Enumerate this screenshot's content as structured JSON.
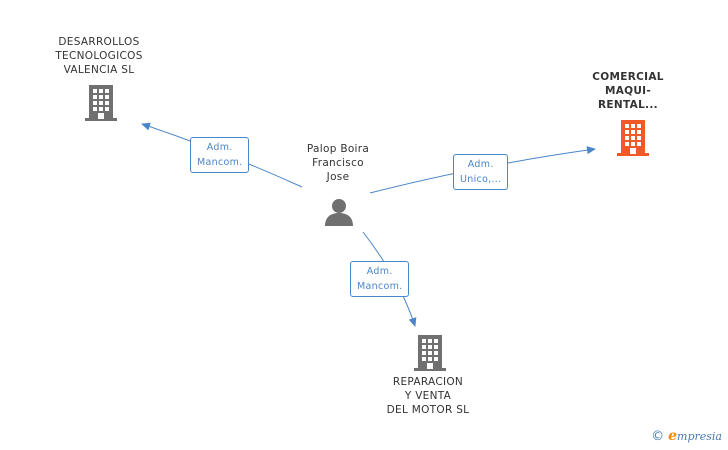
{
  "person": {
    "name_lines": [
      "Palop Boira",
      "Francisco",
      "Jose"
    ],
    "icon": "person-icon"
  },
  "companies": [
    {
      "id": "desarrollos",
      "name_lines": [
        "DESARROLLOS",
        "TECNOLOGICOS",
        "VALENCIA SL"
      ],
      "icon": "building-icon",
      "color": "#707070",
      "emphasis": false
    },
    {
      "id": "comercial",
      "name_lines": [
        "COMERCIAL",
        "MAQUI-",
        "RENTAL..."
      ],
      "icon": "building-icon",
      "color": "#f05a28",
      "emphasis": true
    },
    {
      "id": "reparacion",
      "name_lines": [
        "REPARACION",
        "Y VENTA",
        "DEL MOTOR SL"
      ],
      "icon": "building-icon",
      "color": "#707070",
      "emphasis": false
    }
  ],
  "relations": [
    {
      "to": "desarrollos",
      "label_lines": [
        "Adm.",
        "Mancom."
      ]
    },
    {
      "to": "comercial",
      "label_lines": [
        "Adm.",
        "Unico,..."
      ]
    },
    {
      "to": "reparacion",
      "label_lines": [
        "Adm.",
        "Mancom."
      ]
    }
  ],
  "colors": {
    "edge": "#4a86c8",
    "building_default": "#707070",
    "building_highlight": "#f05a28",
    "person": "#707070"
  },
  "footer": {
    "copyright_symbol": "©",
    "brand_initial": "e",
    "brand_rest": "mpresia"
  }
}
